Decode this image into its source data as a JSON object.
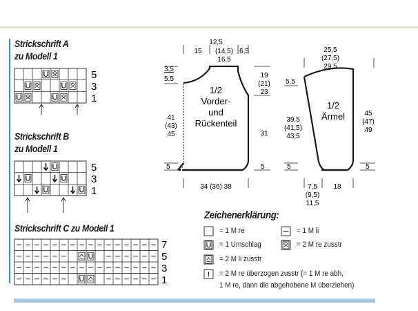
{
  "chart_a": {
    "title_line1": "Strickschrift A",
    "title_line2": "zu Modell 1",
    "rows": [
      "5",
      "3",
      "1"
    ]
  },
  "chart_b": {
    "title_line1": "Strickschrift B",
    "title_line2": "zu Modell 1",
    "rows": [
      "5",
      "3",
      "1"
    ]
  },
  "chart_c": {
    "title": "Strickschrift C zu Modell 1",
    "rows": [
      "7",
      "5",
      "3",
      "1"
    ]
  },
  "body_schematic": {
    "label": [
      "1/2",
      "Vorder-",
      "und",
      "Rückenteil"
    ],
    "top_total": [
      "12,5",
      "(14,5)",
      "16,5"
    ],
    "shoulder": "15",
    "shoulder_right": "6,5",
    "neck_depth_a": "3,5",
    "neck_depth_b": "5,5",
    "armhole": [
      "19",
      "(21)",
      "23"
    ],
    "side_length": [
      "41",
      "(43)",
      "45"
    ],
    "hem_left": "5",
    "hem_right": "5",
    "body_length_right": "31",
    "width": "34 (36) 38"
  },
  "sleeve_schematic": {
    "label": [
      "1/2",
      "Ärmel"
    ],
    "top": [
      "25,5",
      "(27,5)",
      "29,5"
    ],
    "cap": "5,5",
    "length": [
      "39,5",
      "(41,5)",
      "43,5"
    ],
    "total": [
      "45",
      "(47)",
      "49"
    ],
    "hem_left": "5",
    "hem_right": "5",
    "bottom_left": [
      "7,5",
      "(9,5)",
      "11,5"
    ],
    "bottom_right": "18"
  },
  "legend": {
    "title": "Zeichenerklärung:",
    "items": [
      "= 1 M re",
      "= 1 M li",
      "= 1 Umschlag",
      "= 2 M re zusstr",
      "= 2 M li zusstr",
      "= 2 M re überzogen zusstr (= 1 M re abh,",
      "1 M re, dann die abgehobene M überziehen)"
    ]
  },
  "colors": {
    "top_band": "#dbe7c8",
    "bottom_band": "#a6c9e2",
    "accent_rule": "#3a8fcf"
  }
}
